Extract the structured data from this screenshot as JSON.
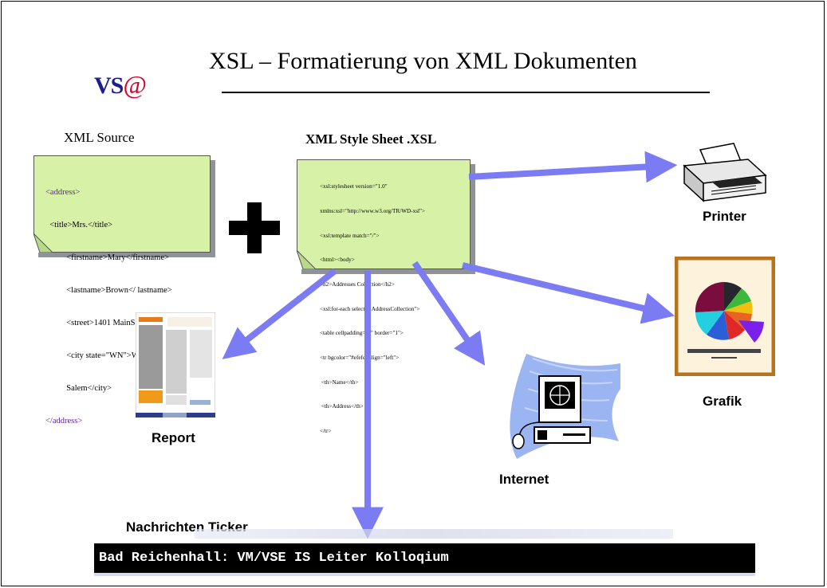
{
  "slide": {
    "title": "XSL – Formatierung von XML Dokumenten",
    "logo": {
      "text": "VS",
      "mark": "@"
    }
  },
  "xml_source": {
    "label": "XML Source",
    "lines": [
      "<address>",
      "  <title>Mrs.</title>",
      "          <firstname>Mary</firstname>",
      "          <lastname>Brown</ lastname>",
      "          <street>1401 MainStreet </street>",
      "          <city state=\"WN\">Winston",
      "          Salem</city>",
      "</address>"
    ]
  },
  "xsl_sheet": {
    "label": "XML Style Sheet  .XSL",
    "lines": [
      "<xsl:stylesheet version=\"1.0\"",
      "xmlns:xsl=\"http://www.w3.org/TR/WD-xsl\">",
      "<xsl:template match=\"/\">",
      "<html><body>",
      "<h2>Addresses Collection</h2>",
      "<xsl:for-each select=\" AddressCollection\">",
      "<table cellpadding=\"4\" border=\"1\">",
      "<tr bgcolor=\"#efefef align=\"left\">",
      " <th>Name</th>",
      " <th>Address</th>",
      "</tr>"
    ]
  },
  "outputs": {
    "printer": "Printer",
    "grafik": "Grafik",
    "report": "Report",
    "internet": "Internet",
    "ticker": "Nachrichten Ticker"
  },
  "ticker_text": "Bad Reichenhall: VM/VSE IS Leiter Kolloqium",
  "colors": {
    "arrow": "#7b7bf3",
    "doc_fill": "#d7f2a6",
    "frame_brown": "#b8731f",
    "logo_blue": "#1e1e8f",
    "logo_red": "#d4002a"
  }
}
